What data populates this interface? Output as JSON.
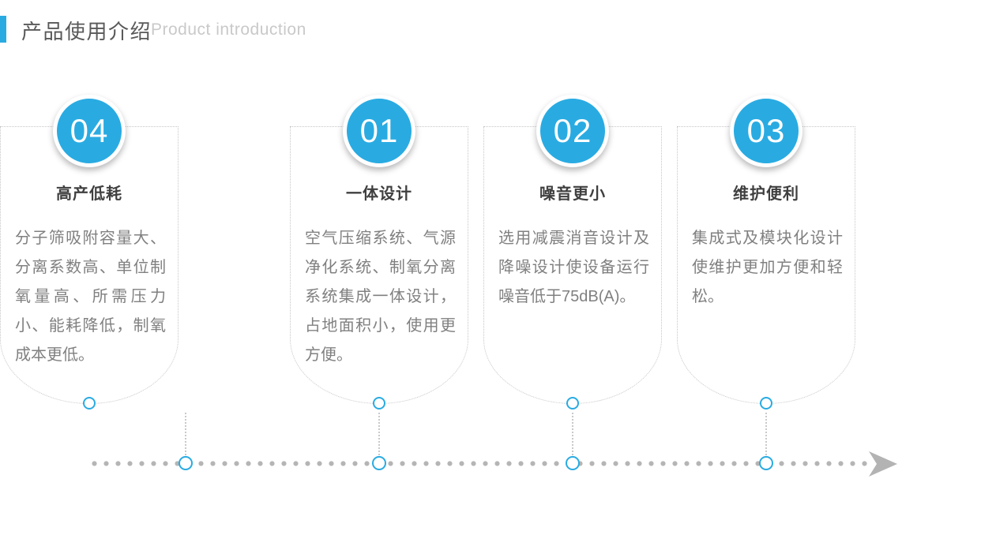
{
  "header": {
    "title_zh": "产品使用介绍",
    "title_en": "Product introduction"
  },
  "colors": {
    "accent_blue": "#29abe2",
    "title_text": "#3f3f3f",
    "body_text": "#808080",
    "header_subtitle": "#c9c9c9",
    "dotted_border": "#c6c6c6",
    "timeline_dot": "#b5b5b5",
    "arrow_gray": "#b3b3b3"
  },
  "cards": [
    {
      "number": "01",
      "title": "一体设计",
      "body": "空气压缩系统、气源净化系统、制氧分离系统集成一体设计，占地面积小，使用更方便。"
    },
    {
      "number": "02",
      "title": "噪音更小",
      "body": "选用减震消音设计及降噪设计使设备运行噪音低于75dB(A)。"
    },
    {
      "number": "03",
      "title": "维护便利",
      "body": "集成式及模块化设计使维护更加方便和轻松。"
    },
    {
      "number": "04",
      "title": "高产低耗",
      "body": "分子筛吸附容量大、分离系数高、单位制氧量高、所需压力小、能耗降低，制氧成本更低。"
    }
  ],
  "timeline": {
    "arrow_icon": "arrow-right"
  }
}
